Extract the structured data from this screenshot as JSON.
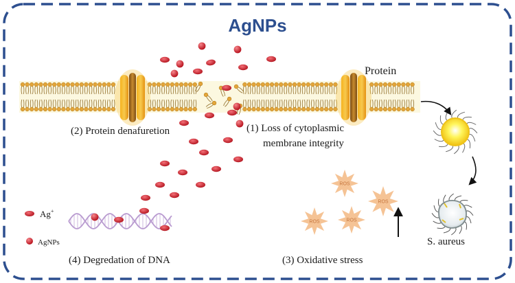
{
  "title": "AgNPs",
  "labels": {
    "protein": "Protein",
    "protein_denaturation": "(2) Protein denafuretion",
    "loss_line1": "(1) Loss of cytoplasmic",
    "loss_line2": "membrane integrity",
    "dna_degradation": "(4) Degredation of DNA",
    "oxidative_stress": "(3) Oxidative stress",
    "s_aureus": "S. aureus"
  },
  "legend": {
    "ag_ion_base": "Ag",
    "ag_ion_sup": "+",
    "agnps": "AgNPs"
  },
  "ros_label": "ROS",
  "colors": {
    "border": "#2d4f8f",
    "title": "#2d4f8f",
    "particle": "#d42b35",
    "lipid_head": "#e3a53a",
    "channel": "#f0a020",
    "ros": "#f3b983",
    "bacterium": "#f3e23a",
    "dna": "#b99bd0"
  }
}
